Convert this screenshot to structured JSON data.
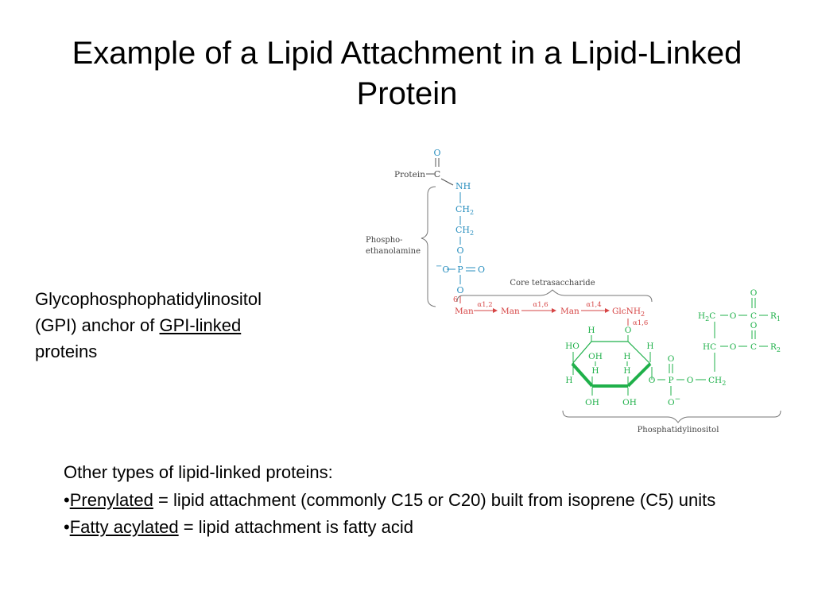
{
  "slide": {
    "title": "Example of a Lipid Attachment in a Lipid-Linked Protein",
    "gpi": {
      "line1": "Glycophosphophatidylinositol",
      "line2_prefix": "(GPI) anchor of ",
      "line2_link": "GPI-linked",
      "line3": "proteins"
    },
    "other": {
      "heading": "Other types of lipid-linked proteins:",
      "bullet": "•",
      "item1_term": "Prenylated",
      "item1_text": " = lipid attachment (commonly C15 or C20) built from isoprene (C5) units",
      "item2_term": "Fatty acylated",
      "item2_text": " = lipid attachment is fatty acid"
    }
  },
  "diagram": {
    "colors": {
      "blue": "#2a8fbf",
      "red": "#d64545",
      "green": "#1fb04a",
      "gray": "#555555"
    },
    "protein": "Protein",
    "carbonyl_O": "O",
    "carbonyl_C": "C",
    "NH": "NH",
    "CH2": "CH",
    "sub2": "2",
    "O": "O",
    "O_minus": "O",
    "minus": "−",
    "P": "P",
    "phospho_line1": "Phospho-",
    "phospho_line2": "ethanolamine",
    "core_label": "Core tetrasaccharide",
    "pos6": "6",
    "man": "Man",
    "glcnh2": "GlcNH",
    "link_a12": "α1,2",
    "link_a16": "α1,6",
    "link_a14": "α1,4",
    "link_last": "α1,6",
    "H": "H",
    "HO": "HO",
    "OH": "OH",
    "H2C": "H",
    "HC": "HC",
    "C": "C",
    "R1": "R",
    "R2": "R",
    "r1_sub": "1",
    "r2_sub": "2",
    "pi_label": "Phosphatidylinositol"
  }
}
